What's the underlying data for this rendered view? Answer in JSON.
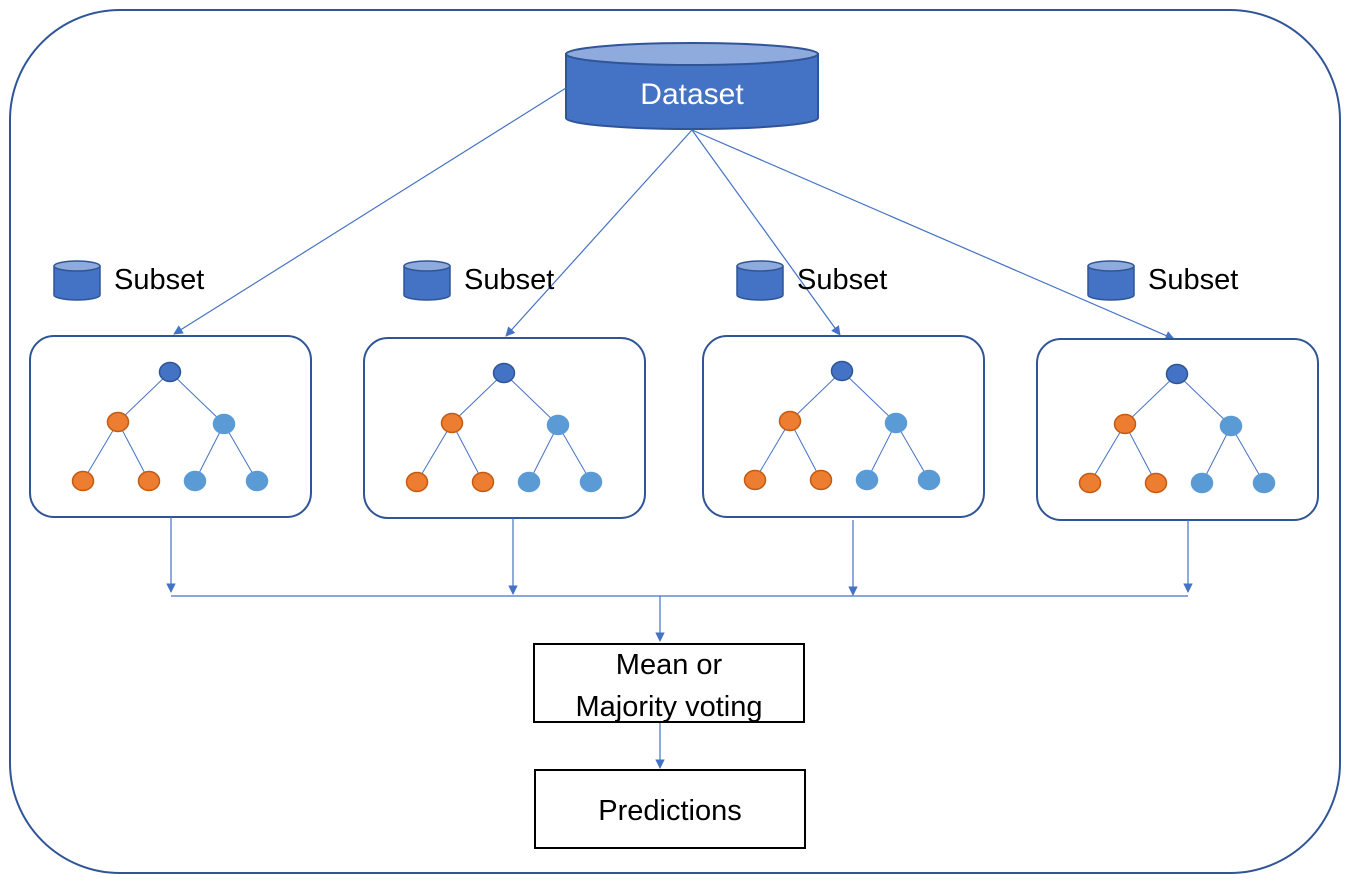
{
  "dataset": {
    "label": "Dataset"
  },
  "subsets": [
    {
      "label": "Subset"
    },
    {
      "label": "Subset"
    },
    {
      "label": "Subset"
    },
    {
      "label": "Subset"
    }
  ],
  "aggregation": {
    "line1": "Mean or",
    "line2": "Majority voting"
  },
  "output": {
    "label": "Predictions"
  },
  "colors": {
    "frame": "#2F5597",
    "accent": "#4472C4",
    "cylinder_top": "#8FAADC",
    "root_node": "#4472C4",
    "left_nodes": "#ED7D31",
    "right_nodes": "#5B9BD5",
    "text": "#000000"
  }
}
